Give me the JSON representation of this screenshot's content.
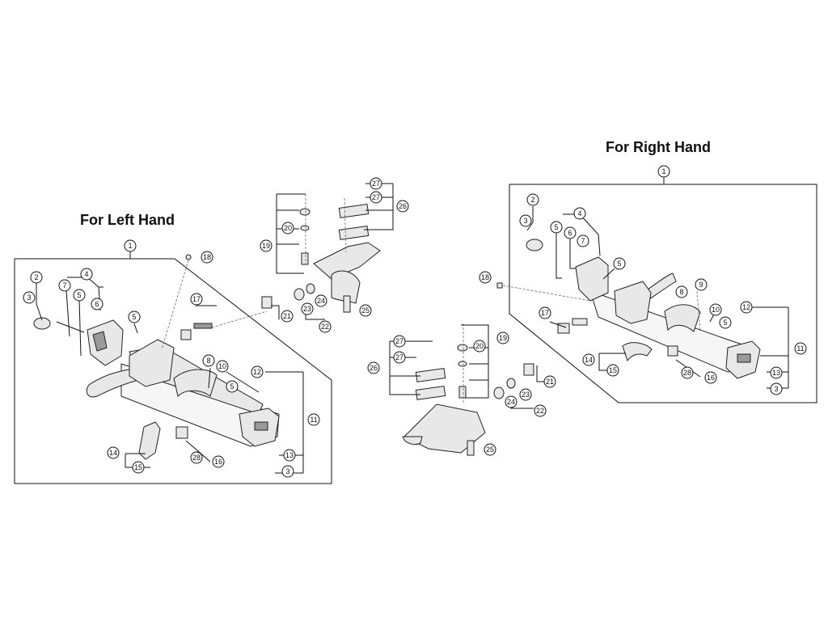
{
  "headings": {
    "left": "For Left Hand",
    "right": "For Right Hand"
  },
  "callouts": [
    "1",
    "2",
    "3",
    "4",
    "5",
    "6",
    "7",
    "8",
    "9",
    "10",
    "11",
    "12",
    "13",
    "14",
    "15",
    "16",
    "17",
    "18",
    "19",
    "20",
    "21",
    "22",
    "23",
    "24",
    "25",
    "26",
    "27",
    "28"
  ],
  "labels": {
    "L1": "1",
    "L2": "2",
    "L3a": "3",
    "L3b": "3",
    "L4": "4",
    "L5a": "5",
    "L5b": "5",
    "L5c": "5",
    "L6": "6",
    "L7": "7",
    "L8": "8",
    "L10": "10",
    "L11": "11",
    "L12": "12",
    "L13": "13",
    "L14": "14",
    "L15": "15",
    "L16": "16",
    "L17": "17",
    "L18": "18",
    "L21": "21",
    "L28": "28",
    "C19": "19",
    "C20": "20",
    "C22": "22",
    "C23": "23",
    "C24": "24",
    "C25": "25",
    "C26": "26",
    "C27a": "27",
    "C27b": "27",
    "M19": "19",
    "M20": "20",
    "M21": "21",
    "M22": "22",
    "M23": "23",
    "M24": "24",
    "M25": "25",
    "M26": "26",
    "M27a": "27",
    "M27b": "27",
    "R1": "1",
    "R2": "2",
    "R3a": "3",
    "R3b": "3",
    "R4": "4",
    "R5a": "5",
    "R5b": "5",
    "R5c": "5",
    "R6": "6",
    "R7": "7",
    "R8": "8",
    "R9": "9",
    "R10": "10",
    "R11": "11",
    "R12": "12",
    "R13": "13",
    "R14": "14",
    "R15": "15",
    "R16": "16",
    "R17": "17",
    "R18": "18",
    "R28": "28"
  }
}
